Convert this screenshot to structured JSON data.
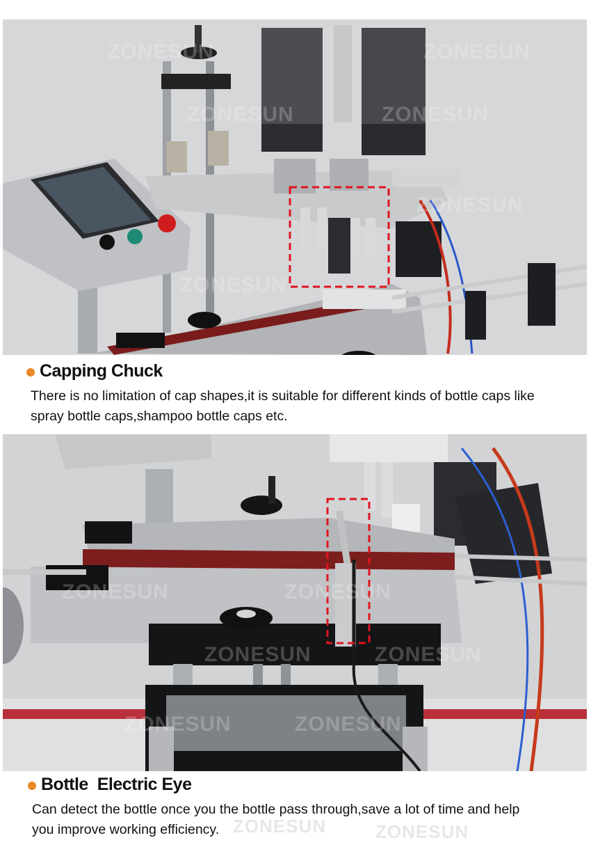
{
  "brand": {
    "watermark": "ZONESUN"
  },
  "sections": [
    {
      "title": "Capping Chuck",
      "description_lines": [
        "There is no limitation of cap shapes,it is suitable for different kinds of bottle caps like",
        "spray bottle caps,shampoo bottle caps etc."
      ],
      "photo_icon": "capping-machine-photo"
    },
    {
      "title": "Bottle  Electric Eye",
      "description_lines": [
        "Can detect the bottle once you the bottle pass through,save a lot of time and help",
        "you improve working efficiency."
      ],
      "photo_icon": "electric-eye-photo"
    }
  ],
  "colors": {
    "accent_dot": "#e8882a",
    "highlight_box": "#e0141e",
    "belt": "#8a1f1f",
    "steel": "#b7b9bc"
  }
}
